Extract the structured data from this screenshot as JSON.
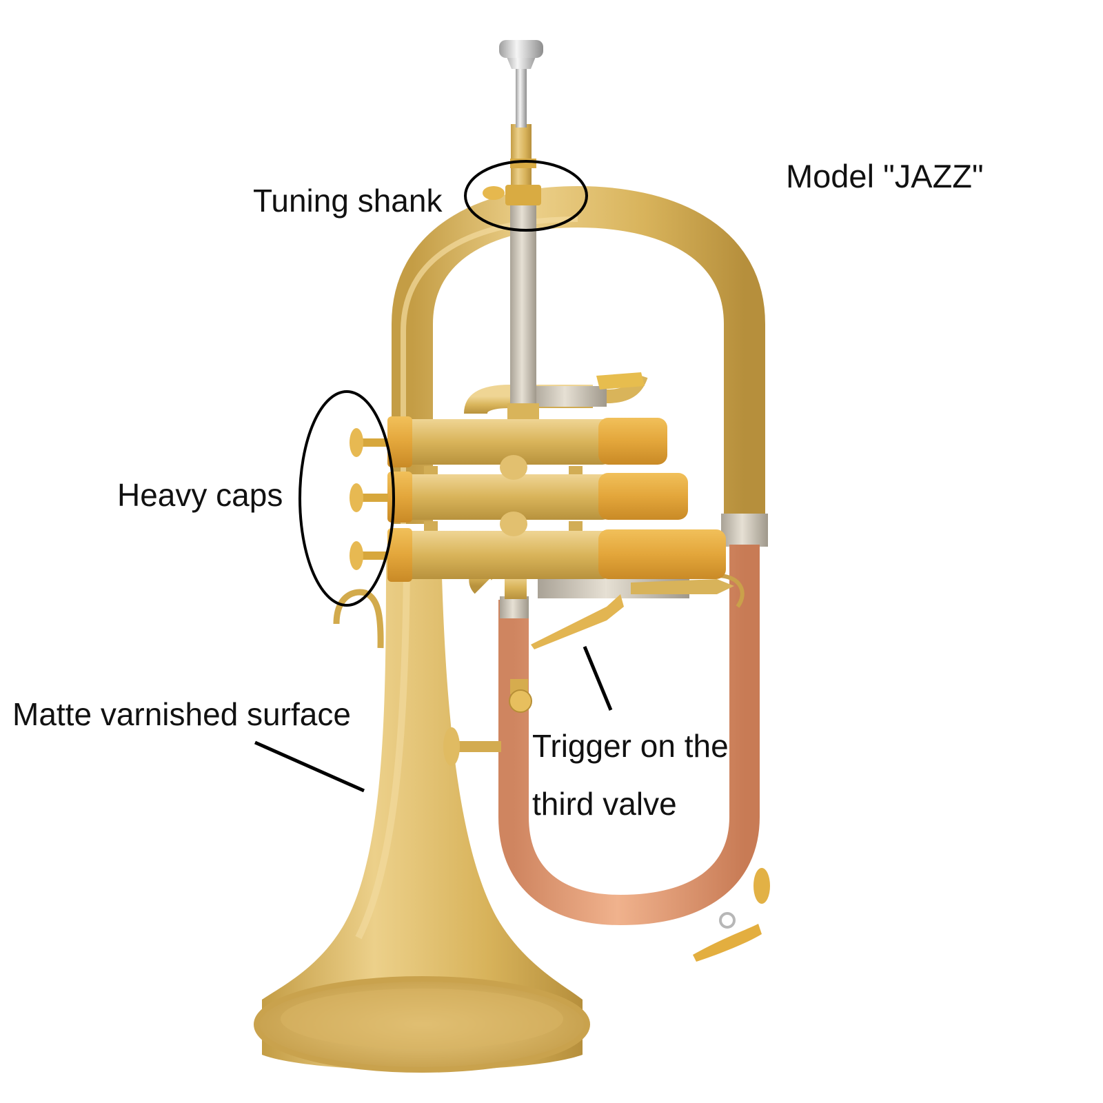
{
  "labels": {
    "model": "Model \"JAZZ\"",
    "tuning_shank": "Tuning shank",
    "heavy_caps": "Heavy caps",
    "matte_surface": "Matte varnished surface",
    "trigger_line1": "Trigger on the",
    "trigger_line2": "third valve"
  },
  "colors": {
    "matte_gold": "#d9b45a",
    "gold_highlight": "#efd594",
    "gold_shadow": "#b8923d",
    "rose_copper": "#e3a07a",
    "silver": "#c9c2b4",
    "cap_orange": "#e3a63b",
    "callout_ink": "#000000"
  }
}
